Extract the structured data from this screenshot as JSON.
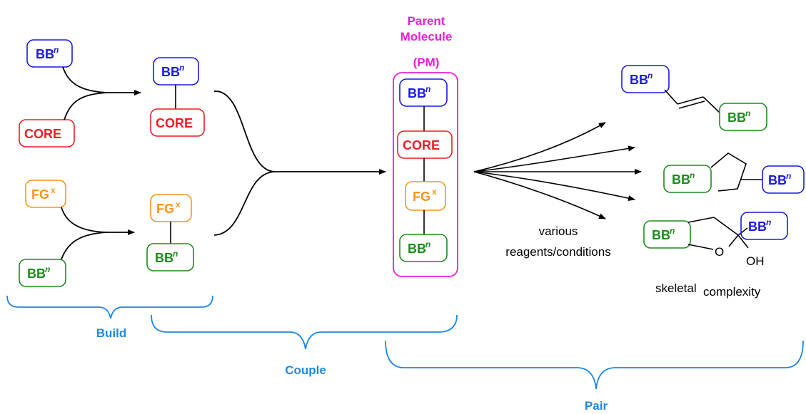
{
  "colors": {
    "blue": "#1a1ae6",
    "red": "#ee1c24",
    "orange": "#f7941d",
    "green": "#1e8c1e",
    "magenta": "#e91edb",
    "label_blue": "#1e88e5"
  },
  "blocks": {
    "bb": "BB",
    "bb_sup": "n",
    "core": "CORE",
    "fg": "FG",
    "fg_sup": "x"
  },
  "parent_molecule": {
    "line1": "Parent",
    "line2": "Molecule",
    "line3": "(PM)"
  },
  "conditions": {
    "line1": "various",
    "line2": "reagents/conditions"
  },
  "oh_label": "OH",
  "o_label": "O",
  "skeletal": "skeletal",
  "complexity": "complexity",
  "phases": {
    "build": "Build",
    "couple": "Couple",
    "pair": "Pair"
  }
}
